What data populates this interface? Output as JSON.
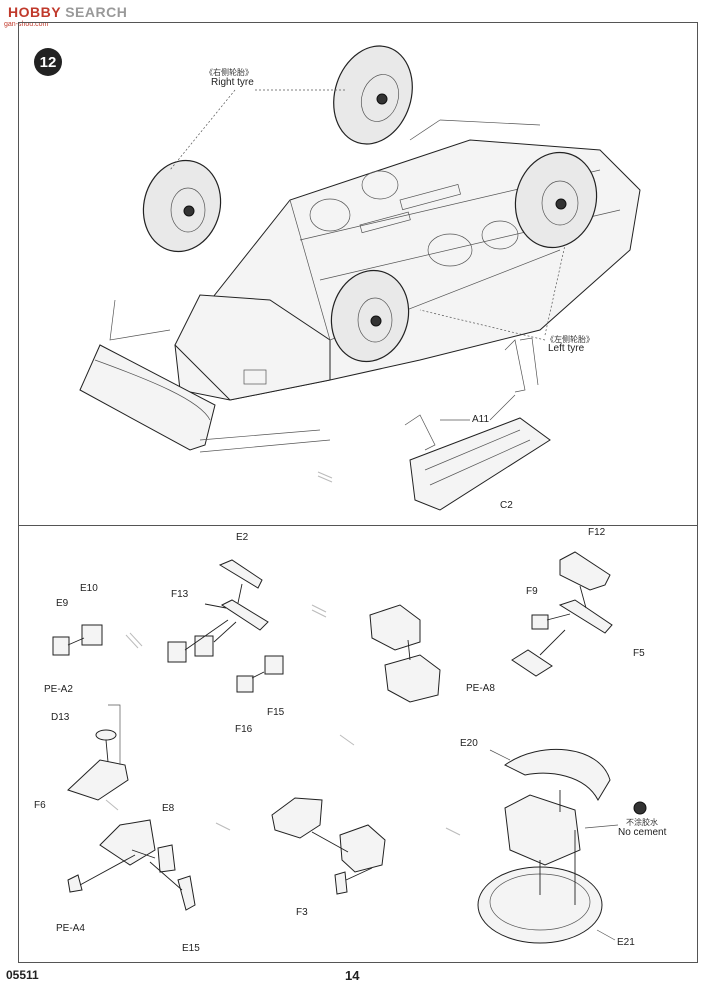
{
  "watermark": {
    "brand": "HOBBY",
    "text": "SEARCH",
    "sub": "gan-shou.com"
  },
  "step": {
    "number": "12"
  },
  "upper_assembly": {
    "right_tyre_cn": "《右侧轮胎》",
    "right_tyre_en": "Right tyre",
    "left_tyre_cn": "《左侧轮胎》",
    "left_tyre_en": "Left  tyre",
    "parts": [
      "A11",
      "C2"
    ]
  },
  "lower_assembly": {
    "parts": [
      "E2",
      "F13",
      "E10",
      "E9",
      "F16",
      "F15",
      "F12",
      "F9",
      "F5",
      "PE-A8",
      "PE-A2",
      "D13",
      "F6",
      "E8",
      "PE-A4",
      "E15",
      "F3",
      "E20",
      "E21"
    ],
    "no_cement_cn": "不涂胶水",
    "no_cement_en": "No cement"
  },
  "footer": {
    "code": "05511",
    "page": "14"
  }
}
